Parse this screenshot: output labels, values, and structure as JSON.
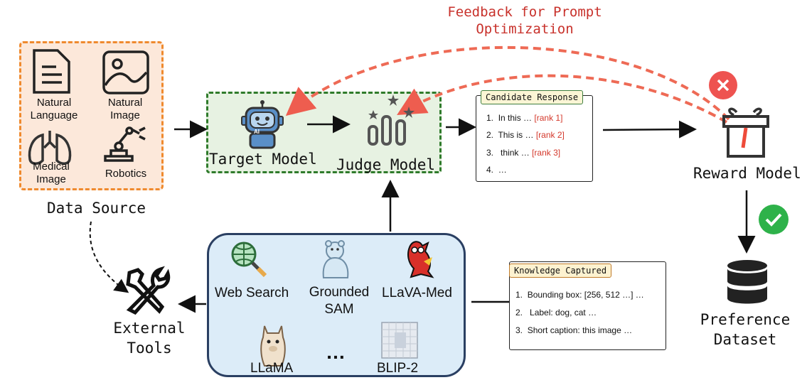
{
  "feedback": {
    "line1": "Feedback for Prompt",
    "line2": "Optimization"
  },
  "data_source": {
    "label": "Data Source",
    "items": [
      {
        "icon": "document-icon",
        "line1": "Natural",
        "line2": "Language"
      },
      {
        "icon": "image-icon",
        "line1": "Natural",
        "line2": "Image"
      },
      {
        "icon": "lungs-icon",
        "line1": "Medical",
        "line2": "Image"
      },
      {
        "icon": "robot-arm-icon",
        "line1": "Robotics",
        "line2": ""
      }
    ]
  },
  "models": {
    "target": "Target Model",
    "judge": "Judge Model",
    "ai_badge": "AI"
  },
  "candidate": {
    "title": "Candidate Response",
    "items": [
      {
        "num": "1.",
        "text": "In this …",
        "rank": "[rank 1]"
      },
      {
        "num": "2.",
        "text": "This is …",
        "rank": "[rank 2]"
      },
      {
        "num": "3.",
        "text": "think …",
        "rank": "[rank 3]"
      },
      {
        "num": "4.",
        "text": "…",
        "rank": ""
      }
    ]
  },
  "reward": {
    "label": "Reward Model"
  },
  "preference": {
    "line1": "Preference",
    "line2": "Dataset"
  },
  "external_tools": {
    "line1": "External",
    "line2": "Tools"
  },
  "tools": {
    "items": [
      {
        "icon": "globe-search-icon",
        "line1": "Web Search",
        "line2": ""
      },
      {
        "icon": "polar-bear-icon",
        "line1": "Grounded",
        "line2": "SAM"
      },
      {
        "icon": "red-animal-icon",
        "line1": "LLaVA-Med",
        "line2": ""
      },
      {
        "icon": "llama-icon",
        "line1": "LLaMA",
        "line2": ""
      },
      {
        "icon": "ellipsis",
        "line1": "…",
        "line2": ""
      },
      {
        "icon": "image-grid-icon",
        "line1": "BLIP-2",
        "line2": ""
      }
    ]
  },
  "knowledge": {
    "title": "Knowledge Captured",
    "items": [
      {
        "num": "1.",
        "text": "Bounding box:  [256, 512 …] …"
      },
      {
        "num": "2.",
        "text": "Label: dog, cat …"
      },
      {
        "num": "3.",
        "text": "Short caption: this image …"
      }
    ]
  },
  "colors": {
    "feedback": "#c8312b",
    "green_box": "#2f7b2b",
    "orange_box": "#ef8a2e",
    "tools_box": "#2a3f62",
    "reject": "#ee5350",
    "accept": "#2eb24a"
  }
}
